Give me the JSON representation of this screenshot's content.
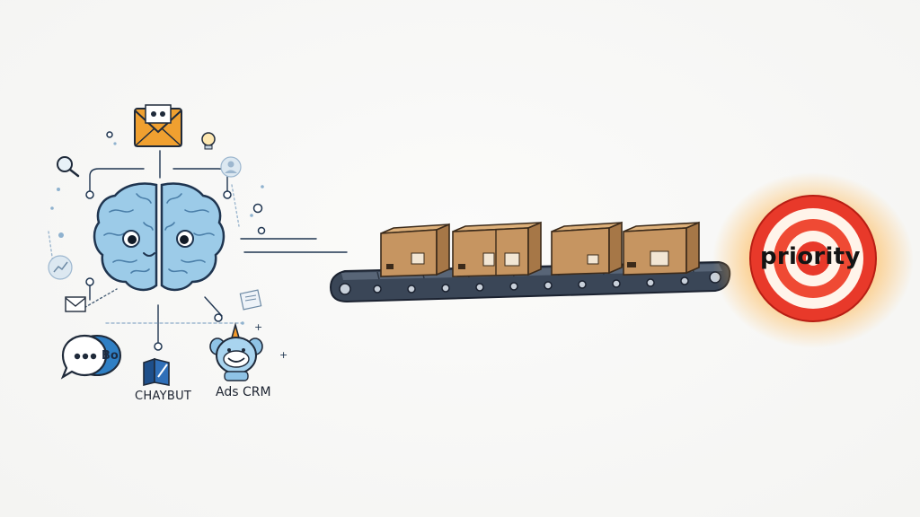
{
  "illustration": {
    "left_cluster": {
      "chatbot_label": "CHAYBUT",
      "crm_label": "Ads CRM",
      "bubble_text": "Bo"
    },
    "target": {
      "label": "priority"
    },
    "colors": {
      "brain": "#9ccbe8",
      "brain_outline": "#1f3550",
      "box": "#c69561",
      "conveyor": "#3a4657",
      "target_red": "#e8392a",
      "glow": "#ffb347",
      "envelope": "#f0a030"
    },
    "icons": [
      "brain-icon",
      "envelope-icon",
      "magnifier-icon",
      "chat-bubble-icon",
      "chatbot-book-icon",
      "unicorn-crm-icon",
      "conveyor-belt-icon",
      "cardboard-box-icon",
      "target-icon"
    ],
    "conveyor": {
      "box_count": 4
    }
  }
}
